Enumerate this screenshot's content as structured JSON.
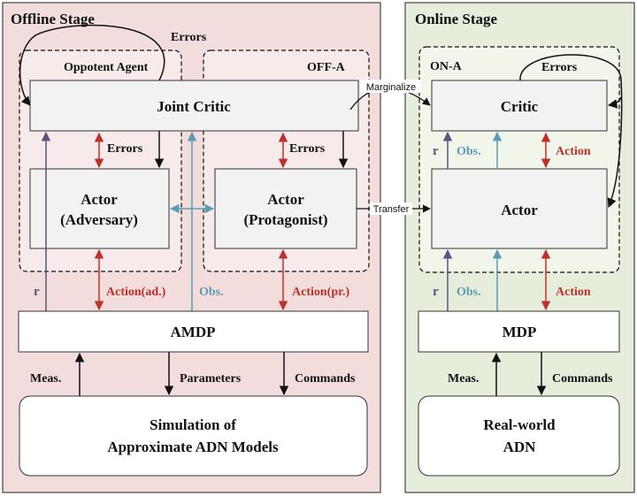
{
  "offline": {
    "title": "Offline Stage",
    "opponent_label": "Oppotent Agent",
    "offa_label": "OFF-A",
    "joint_critic": "Joint Critic",
    "actor_adv_line1": "Actor",
    "actor_adv_line2": "(Adversary)",
    "actor_pro_line1": "Actor",
    "actor_pro_line2": "(Protagonist)",
    "errors_top": "Errors",
    "errors_adv": "Errors",
    "errors_pro": "Errors",
    "r": "r",
    "action_adv": "Action(ad.)",
    "obs": "Obs.",
    "action_pro": "Action(pr.)",
    "amdp": "AMDP",
    "meas": "Meas.",
    "parameters": "Parameters",
    "commands": "Commands",
    "sim_line1": "Simulation of",
    "sim_line2": "Approximate ADN Models"
  },
  "links": {
    "marginalize": "Marginalize",
    "transfer": "Transfer"
  },
  "online": {
    "title": "Online Stage",
    "ona_label": "ON-A",
    "critic": "Critic",
    "errors": "Errors",
    "r_top": "r",
    "obs_top": "Obs.",
    "action_top": "Action",
    "actor": "Actor",
    "r_bottom": "r",
    "obs_bottom": "Obs.",
    "action_bottom": "Action",
    "mdp": "MDP",
    "meas": "Meas.",
    "commands": "Commands",
    "env_line1": "Real-world",
    "env_line2": "ADN"
  },
  "colors": {
    "offline_bg": "#f3dcdc",
    "online_bg": "#e6eedb",
    "box_bg": "#f2f2f2",
    "action_red": "#c0302a",
    "obs_blue": "#5b9bb5",
    "reward_purple": "#5a5280"
  }
}
